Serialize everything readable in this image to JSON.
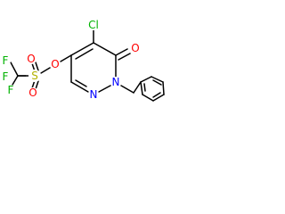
{
  "colors": {
    "background": "#ffffff",
    "bond": "#000000",
    "carbon": "#000000",
    "oxygen": "#ff0000",
    "nitrogen": "#0000ff",
    "sulfur": "#b2b200",
    "chlorine": "#00b200",
    "fluorine": "#00b200"
  },
  "atoms": {
    "f1": "F",
    "f2": "F",
    "f3": "F",
    "s": "S",
    "o_sulfonyl_1": "O",
    "o_sulfonyl_2": "O",
    "o_ester": "O",
    "cl": "Cl",
    "o_carbonyl": "O",
    "n1": "N",
    "n2": "N"
  }
}
